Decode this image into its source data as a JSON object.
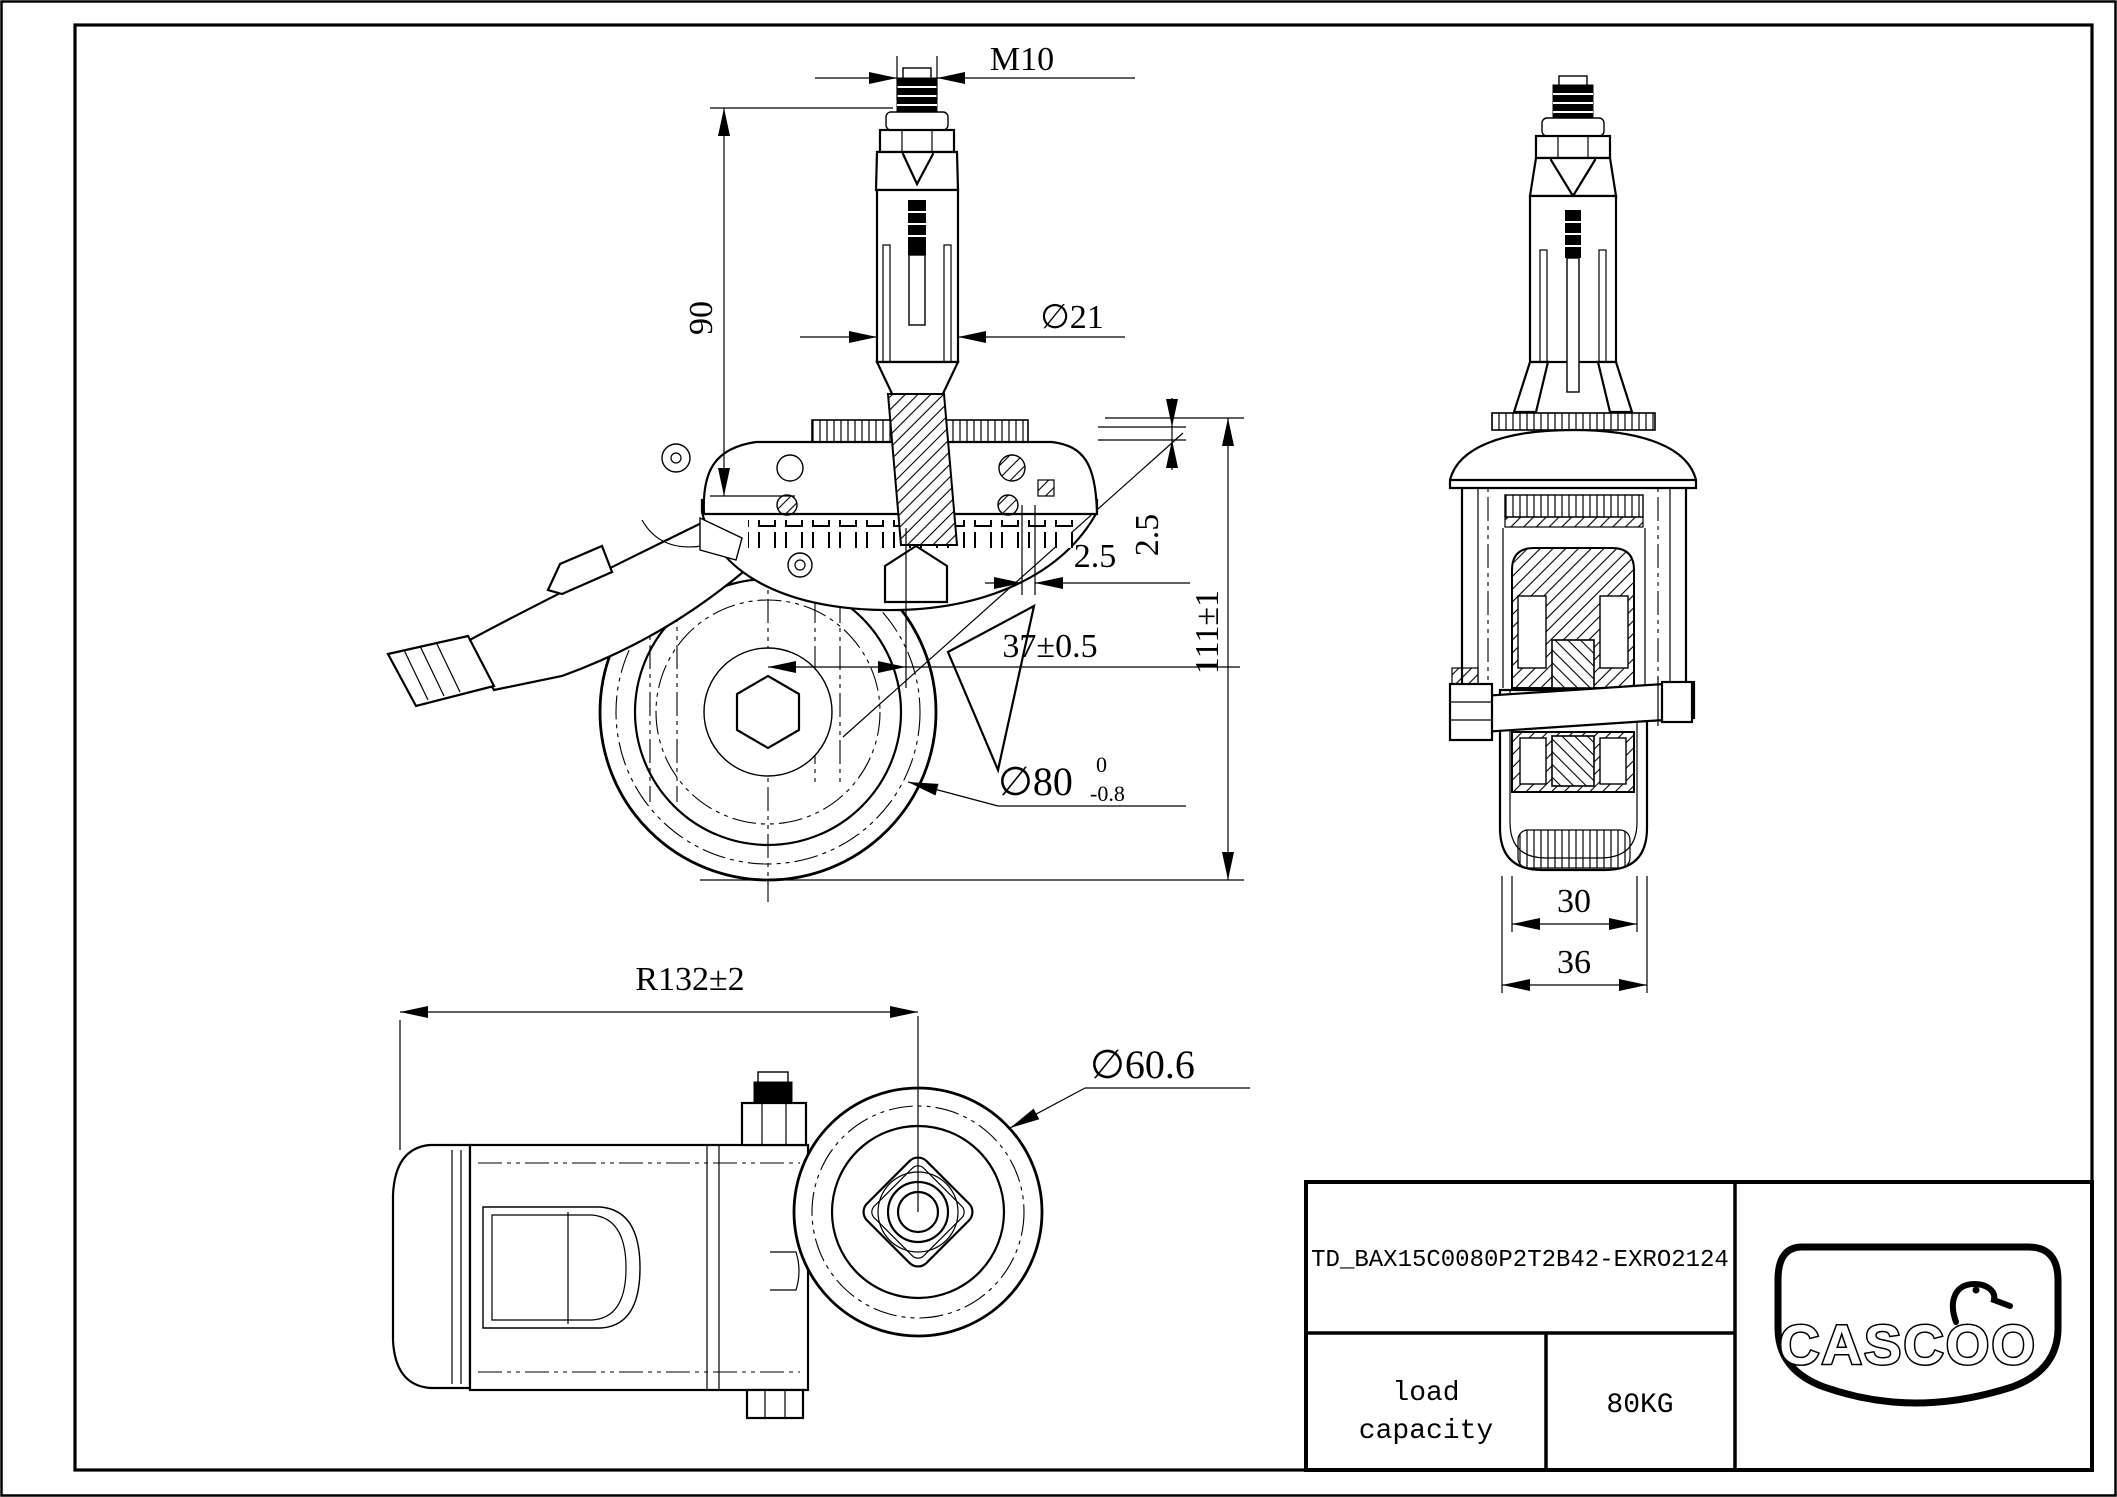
{
  "page": {
    "background": "#ffffff",
    "line_color": "#000000"
  },
  "views": {
    "front": {
      "dims": {
        "thread": "M10",
        "stem_height": "90",
        "stem_dia": "∅21",
        "gap_horizontal": "2.5",
        "gap_vertical": "2.5",
        "swivel_offset": "37±0.5",
        "overall_height": "111±1",
        "wheel_dia": "∅80",
        "wheel_dia_tol_upper": "0",
        "wheel_dia_tol_lower": "-0.8"
      }
    },
    "side": {
      "dims": {
        "tread_width": "30",
        "overall_width": "36"
      }
    },
    "bottom": {
      "dims": {
        "swivel_radius": "R132±2",
        "dome_dia": "∅60.6"
      }
    }
  },
  "title_block": {
    "part_number": "TD_BAX15C0080P2T2B42-EXRO2124",
    "load_capacity_label": {
      "line1": "load",
      "line2": "capacity"
    },
    "load_capacity_value": "80KG",
    "brand": "CASCOO"
  }
}
